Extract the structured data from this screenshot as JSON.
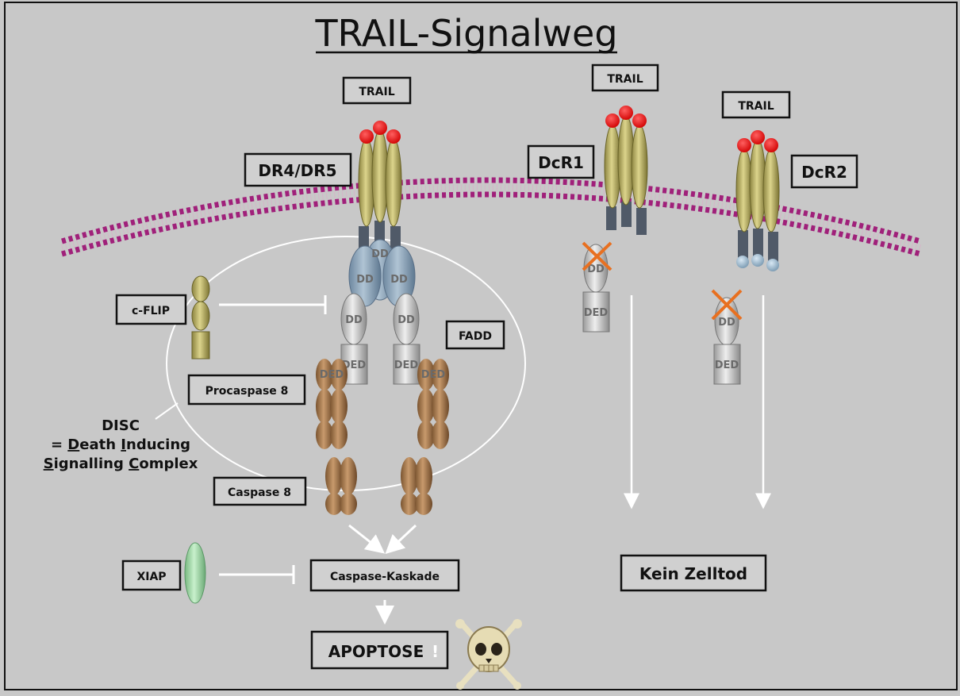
{
  "title": "TRAIL-Signalweg",
  "labels": {
    "trail_1": "TRAIL",
    "trail_2": "TRAIL",
    "trail_3": "TRAIL",
    "dr4_dr5": "DR4/DR5",
    "dcr1": "DcR1",
    "dcr2": "DcR2",
    "cflip": "c-FLIP",
    "fadd": "FADD",
    "procaspase8": "Procaspase 8",
    "caspase8": "Caspase 8",
    "xiap": "XIAP",
    "caspase_kaskade": "Caspase-Kaskade",
    "apoptose": "APOPTOSE",
    "apoptose_mark": "!",
    "kein_zelltod": "Kein Zelltod"
  },
  "disc": {
    "line1": "DISC",
    "line2_pre": "= ",
    "line2_D": "D",
    "line2_a": "eath ",
    "line2_I": "I",
    "line2_b": "nducing",
    "line3_S": "S",
    "line3_a": "ignalling ",
    "line3_C": "C",
    "line3_b": "omplex"
  },
  "domains": {
    "dd": "DD",
    "ded": "DED"
  },
  "colors": {
    "background": "#c8c8c8",
    "membrane": "#a0207a",
    "ligand": "#e00000",
    "receptor": "#b8b058",
    "dd_domain": "#8aa4bc",
    "caspase": "#a8784c",
    "xiap": "#a4dcaa",
    "cross": "#e87020"
  }
}
